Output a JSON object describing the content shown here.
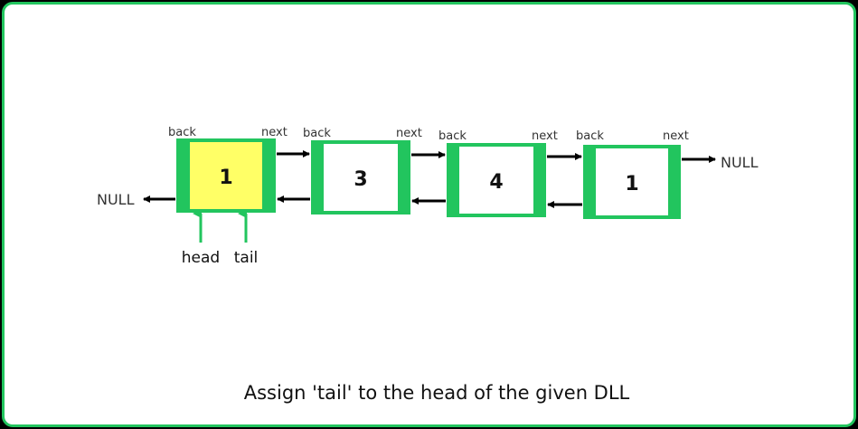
{
  "colors": {
    "node_border": "#22c55e",
    "highlight_fill": "#ffff66",
    "node_fill": "#ffffff",
    "arrow": "#000000",
    "pointer_arrow": "#22c55e"
  },
  "labels": {
    "back": "back",
    "next": "next",
    "null_left": "NULL",
    "null_right": "NULL"
  },
  "nodes": [
    {
      "value": "1",
      "highlighted": true
    },
    {
      "value": "3",
      "highlighted": false
    },
    {
      "value": "4",
      "highlighted": false
    },
    {
      "value": "1",
      "highlighted": false
    }
  ],
  "pointers": {
    "head": "head",
    "tail": "tail"
  },
  "caption": "Assign 'tail' to the head of the given DLL"
}
